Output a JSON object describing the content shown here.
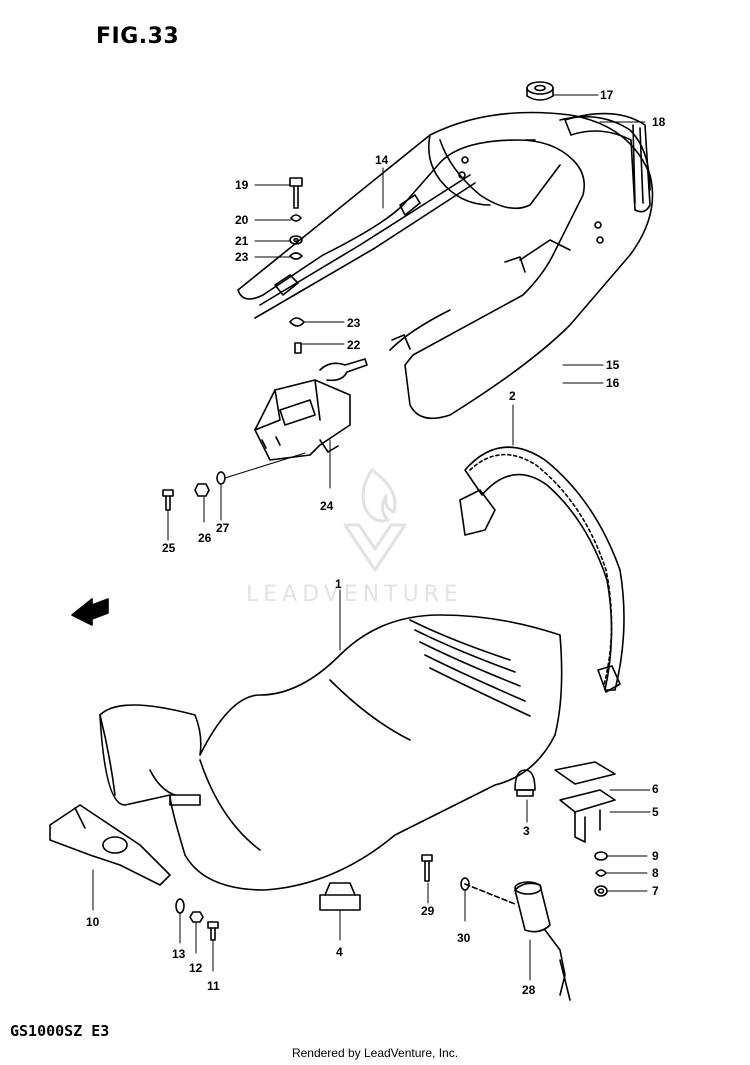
{
  "figure": {
    "title": "FIG.33",
    "model_code": "GS1000SZ E3",
    "footer": "Rendered by LeadVenture, Inc.",
    "watermark": "LEADVENTURE"
  },
  "callouts": {
    "c1": "1",
    "c2": "2",
    "c3": "3",
    "c4": "4",
    "c5": "5",
    "c6": "6",
    "c7": "7",
    "c8": "8",
    "c9": "9",
    "c10": "10",
    "c11": "11",
    "c12": "12",
    "c13": "13",
    "c14": "14",
    "c15": "15",
    "c16": "16",
    "c17": "17",
    "c18": "18",
    "c19": "19",
    "c20": "20",
    "c21": "21",
    "c22": "22",
    "c23a": "23",
    "c23b": "23",
    "c24": "24",
    "c25": "25",
    "c26": "26",
    "c27": "27",
    "c28": "28",
    "c29": "29",
    "c30": "30"
  },
  "colors": {
    "ink": "#000000",
    "paper": "#ffffff",
    "watermark": "#e3e3e3"
  }
}
